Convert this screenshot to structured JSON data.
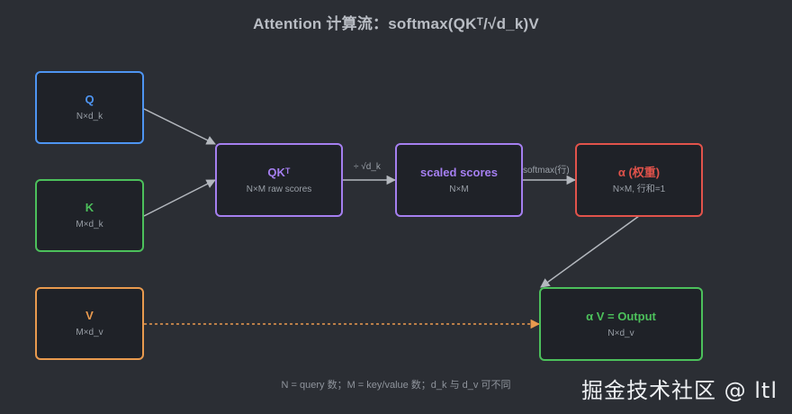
{
  "title": "Attention 计算流：softmax(QKᵀ/√d_k)V",
  "colors": {
    "background": "#2b2e34",
    "node_fill": "#1f2228",
    "edge": "#b4b8be",
    "q": "#4e95f2",
    "k": "#4cc05b",
    "v": "#e99a4e",
    "purple": "#a57ff0",
    "alpha": "#e2534b",
    "output": "#4cc05b"
  },
  "nodes": {
    "q": {
      "label": "Q",
      "dims": "N×d_k"
    },
    "k": {
      "label": "K",
      "dims": "M×d_k"
    },
    "v": {
      "label": "V",
      "dims": "M×d_v"
    },
    "qk": {
      "label": "QKᵀ",
      "dims": "N×M raw scores"
    },
    "scaled": {
      "label": "scaled scores",
      "dims": "N×M"
    },
    "alpha": {
      "label": "α (权重)",
      "dims": "N×M, 行和=1"
    },
    "output": {
      "label": "α V = Output",
      "dims": "N×d_v"
    }
  },
  "edges": {
    "scale_label": "÷ √d_k",
    "softmax_label": "softmax(行)"
  },
  "footnote": "N = query 数；M = key/value 数；d_k 与 d_v 可不同",
  "watermark": "掘金技术社区 @ ltl"
}
